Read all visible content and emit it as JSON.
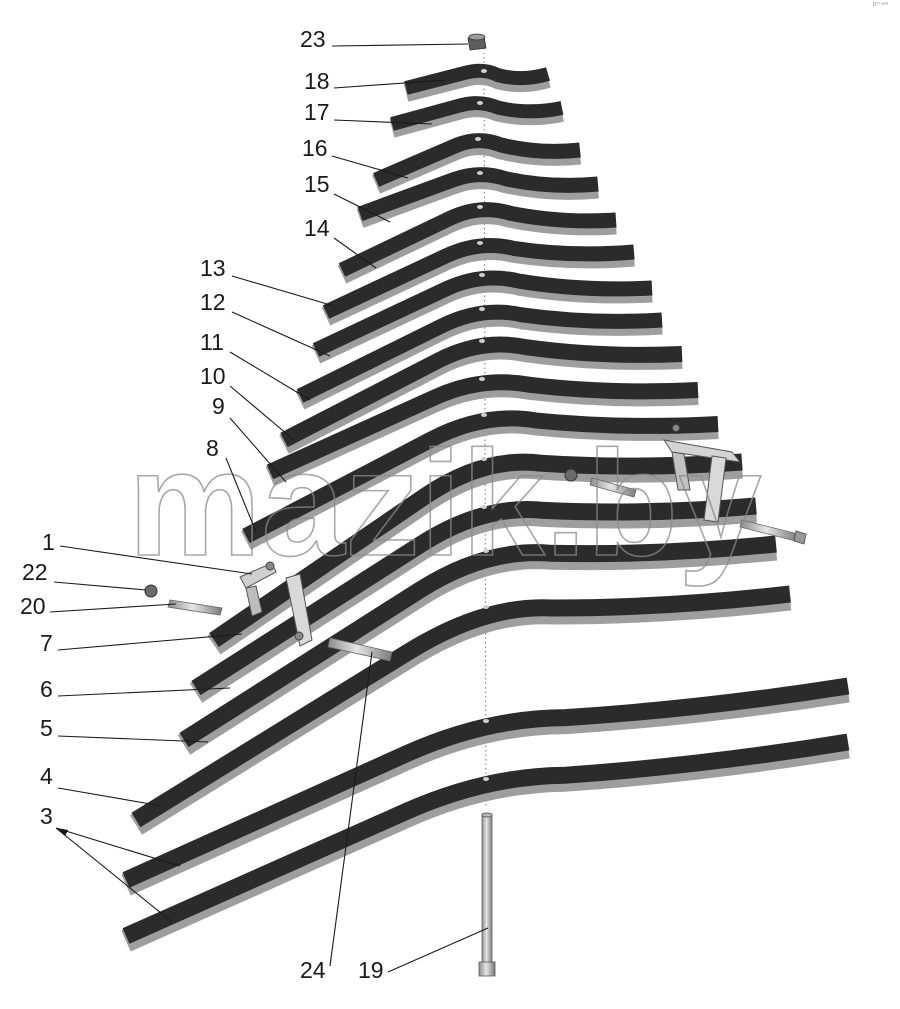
{
  "watermark": "mazik.by",
  "corner_mark": "bᵐ ᵃᵃᵃ",
  "colors": {
    "leaf_top": "#2b2b2b",
    "leaf_edge": "#9e9e9e",
    "line": "#1a1a1a",
    "part_light": "#d6d6d6"
  },
  "leaves": [
    {
      "part": "18"
    },
    {
      "part": "17"
    },
    {
      "part": "16"
    },
    {
      "part": "15"
    },
    {
      "part": "14"
    },
    {
      "part": "13"
    },
    {
      "part": "12"
    },
    {
      "part": "11"
    },
    {
      "part": "10"
    },
    {
      "part": "9"
    },
    {
      "part": "8"
    },
    {
      "part": "7"
    },
    {
      "part": "6"
    },
    {
      "part": "5"
    },
    {
      "part": "4"
    },
    {
      "part": "3"
    },
    {
      "part": "3"
    }
  ],
  "callouts": [
    {
      "id": "c23",
      "label": "23"
    },
    {
      "id": "c18",
      "label": "18"
    },
    {
      "id": "c17",
      "label": "17"
    },
    {
      "id": "c16",
      "label": "16"
    },
    {
      "id": "c15",
      "label": "15"
    },
    {
      "id": "c14",
      "label": "14"
    },
    {
      "id": "c13",
      "label": "13"
    },
    {
      "id": "c12",
      "label": "12"
    },
    {
      "id": "c11",
      "label": "11"
    },
    {
      "id": "c10",
      "label": "10"
    },
    {
      "id": "c9",
      "label": "9"
    },
    {
      "id": "c8",
      "label": "8"
    },
    {
      "id": "c1",
      "label": "1"
    },
    {
      "id": "c22",
      "label": "22"
    },
    {
      "id": "c20",
      "label": "20"
    },
    {
      "id": "c7",
      "label": "7"
    },
    {
      "id": "c6",
      "label": "6"
    },
    {
      "id": "c5",
      "label": "5"
    },
    {
      "id": "c4",
      "label": "4"
    },
    {
      "id": "c3",
      "label": "3"
    },
    {
      "id": "c24",
      "label": "24"
    },
    {
      "id": "c19",
      "label": "19"
    }
  ]
}
